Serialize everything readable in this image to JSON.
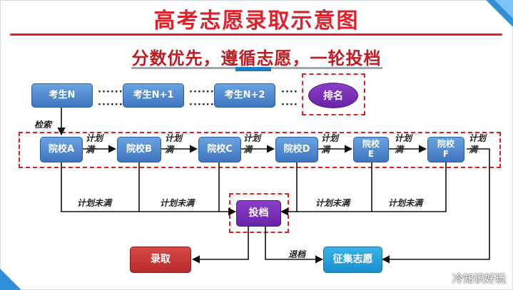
{
  "title": "高考志愿录取示意图",
  "subtitle": "分数优先，遵循志愿，一轮投档",
  "candidates": [
    "考生N",
    "考生N+1",
    "考生N+2"
  ],
  "rank_label": "排名",
  "search_label": "检索",
  "schools": [
    "院校A",
    "院校B",
    "院校C",
    "院校D",
    "院校\nE",
    "院校\nF"
  ],
  "full_label": "计划满",
  "not_full_label": "计划未满",
  "dispatch_label": "投档",
  "admit_label": "录取",
  "return_label": "退档",
  "collect_label": "征集志愿",
  "watermark": "冷知识好玩",
  "colors": {
    "title_red": "#e0202a",
    "box_blue": "#4a80c8",
    "purple": "#7a30b8",
    "dashed_red": "#e01f1f"
  }
}
